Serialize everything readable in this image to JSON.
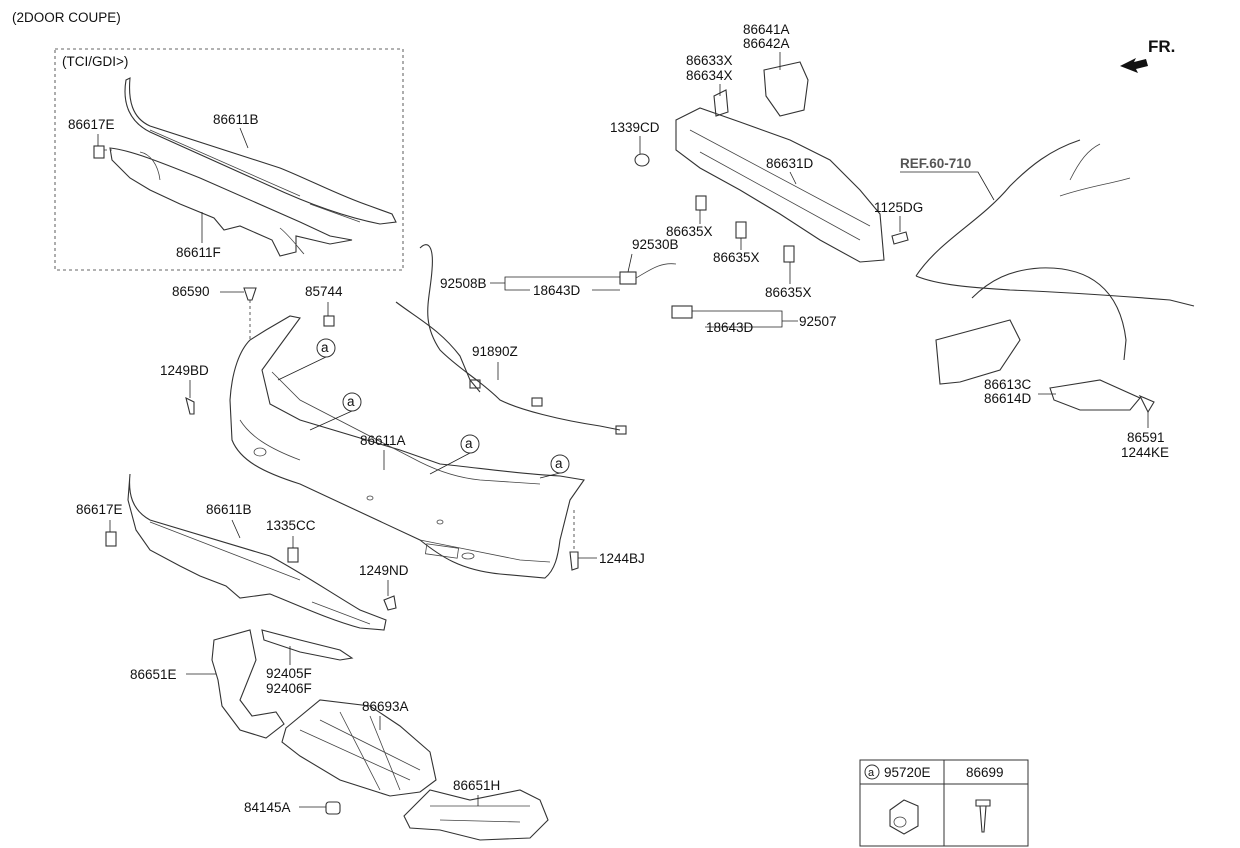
{
  "header": {
    "title": "(2DOOR COUPE)",
    "inset_title": "(TCI/GDI>)",
    "direction": "FR."
  },
  "callout": "a",
  "ref": "REF.60-710",
  "labels": {
    "p86617E_top": "86617E",
    "p86611B_top": "86611B",
    "p86611F": "86611F",
    "p86590": "86590",
    "p85744": "85744",
    "p1249BD": "1249BD",
    "p92508B": "92508B",
    "p18643D_a": "18643D",
    "p91890Z": "91890Z",
    "p86611A": "86611A",
    "p86617E": "86617E",
    "p86611B": "86611B",
    "p1335CC": "1335CC",
    "p1249ND": "1249ND",
    "p1244BJ": "1244BJ",
    "p86651E": "86651E",
    "p92405F": "92405F",
    "p92406F": "92406F",
    "p86693A": "86693A",
    "p84145A": "84145A",
    "p86651H": "86651H",
    "p86641A": "86641A",
    "p86642A": "86642A",
    "p86633X": "86633X",
    "p86634X": "86634X",
    "p1339CD": "1339CD",
    "p86631D": "86631D",
    "p1125DG": "1125DG",
    "p86635X_a": "86635X",
    "p92530B": "92530B",
    "p86635X_b": "86635X",
    "p86635X_c": "86635X",
    "p18643D_b": "18643D",
    "p92507": "92507",
    "p86613C": "86613C",
    "p86614D": "86614D",
    "p86591": "86591",
    "p1244KE": "1244KE"
  },
  "legend": {
    "col1": "95720E",
    "col2": "86699"
  }
}
